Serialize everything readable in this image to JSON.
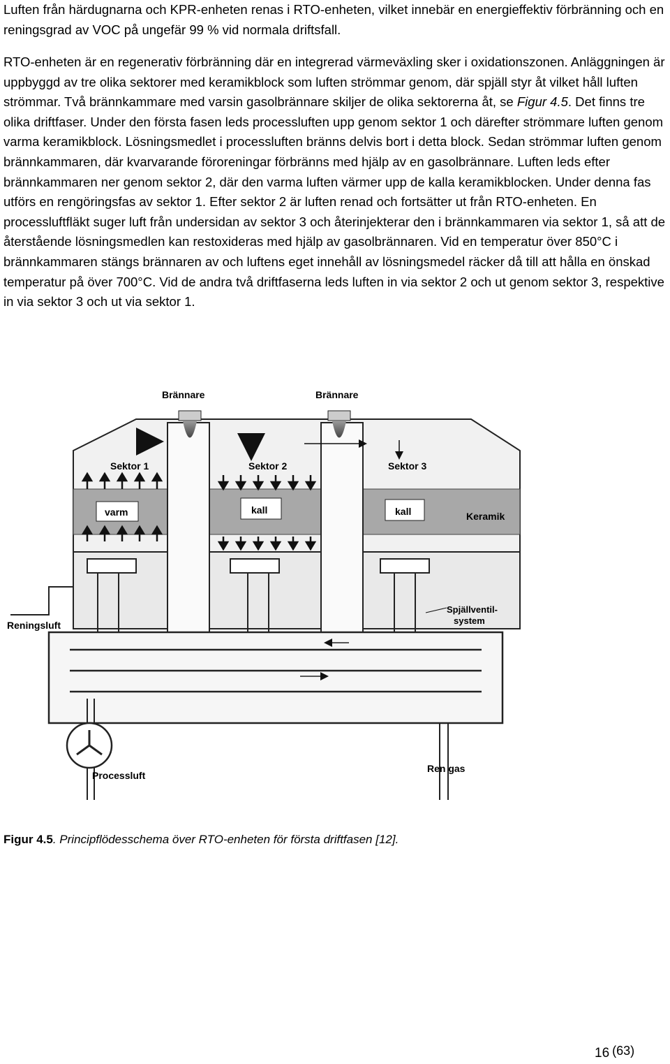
{
  "paragraphs": {
    "p1": "Luften från härdugnarna och KPR-enheten renas i RTO-enheten, vilket innebär en energieffektiv förbränning och en reningsgrad av VOC på ungefär 99 % vid normala driftsfall.",
    "p2_a": "RTO-enheten är en regenerativ förbränning där en integrerad värmeväxling sker i oxidationszonen. Anläggningen är uppbyggd av tre olika sektorer med keramikblock som luften strömmar genom, där spjäll styr åt vilket håll luften strömmar. Två brännkammare med varsin gasolbrännare skiljer de olika sektorerna åt, se ",
    "p2_ref": "Figur 4.5",
    "p2_b": ". Det finns tre olika driftfaser. Under den första fasen leds processluften upp genom sektor 1 och därefter strömmare luften genom varma keramikblock. Lösningsmedlet i processluften bränns delvis bort i detta block. Sedan strömmar luften genom brännkammaren, där kvarvarande föroreningar förbränns med hjälp av en gasolbrännare. Luften leds efter brännkammaren ner genom sektor 2, där den varma luften värmer upp de kalla keramikblocken. Under denna fas utförs en rengöringsfas av sektor 1. Efter sektor 2 är luften renad och fortsätter ut från RTO-enheten. En processluftfläkt suger luft från undersidan av sektor 3 och återinjekterar den i brännkammaren via sektor 1, så att de återstående lösningsmedlen kan restoxideras med hjälp av gasolbrännaren.  Vid en temperatur över 850°C i brännkammaren stängs brännaren av och luftens eget innehåll av lösningsmedel räcker då till att hålla en önskad temperatur på över 700°C. Vid de andra två driftfaserna leds luften in via sektor 2 och ut genom sektor 3, respektive in via sektor 3 och ut via sektor 1."
  },
  "figure": {
    "burner_left": "Brännare",
    "burner_right": "Brännare",
    "sector1": "Sektor 1",
    "sector2": "Sektor 2",
    "sector3": "Sektor 3",
    "block1": "varm",
    "block2": "kall",
    "block3": "kall",
    "ceramic": "Keramik",
    "valve_line1": "Spjällventil-",
    "valve_line2": "system",
    "clean_air": "Reningsluft",
    "process_air": "Processluft",
    "clean_gas": "Ren gas"
  },
  "caption": {
    "label": "Figur 4.5",
    "text": ". Principflödesschema över RTO-enheten för första driftfasen [12]."
  },
  "page": {
    "number": "16",
    "total": "(63)"
  }
}
